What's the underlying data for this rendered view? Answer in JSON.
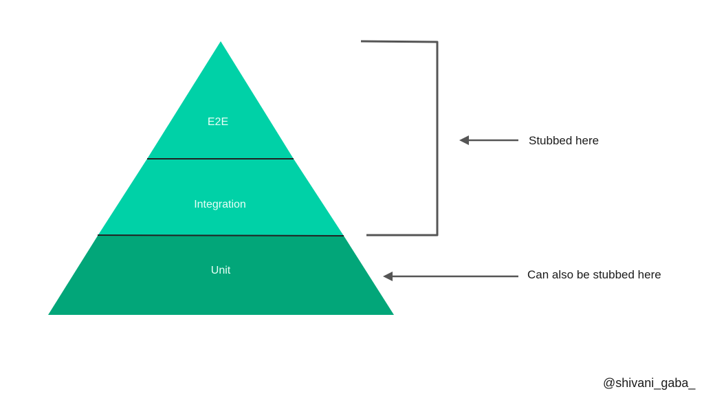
{
  "pyramid": {
    "layers": [
      {
        "label": "E2E",
        "color": "#00d1a7"
      },
      {
        "label": "Integration",
        "color": "#00d1a7"
      },
      {
        "label": "Unit",
        "color": "#02a679"
      }
    ]
  },
  "annotations": {
    "stubbed_here": "Stubbed here",
    "also_stubbed_here": "Can also be stubbed here"
  },
  "credit": "@shivani_gaba_",
  "colors": {
    "line": "#555555",
    "divider": "#222222",
    "label_light": "#e8fff7"
  }
}
